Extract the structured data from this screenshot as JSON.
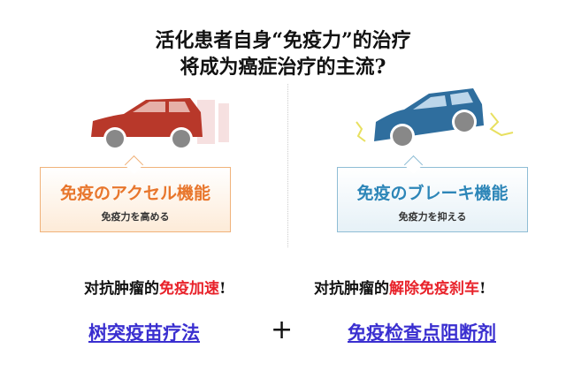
{
  "title": {
    "line1": "活化患者自身“免疫力”的治疗",
    "line2": "将成为癌症治疗的主流?"
  },
  "left_panel": {
    "heading": "免疫のアクセル機能",
    "sub": "免疫力を高める",
    "car_color": "#b8382a"
  },
  "right_panel": {
    "heading": "免疫のブレーキ機能",
    "sub": "免疫力を抑える",
    "car_color": "#2f6e9e"
  },
  "left_caption": {
    "prefix": "对抗肿瘤的",
    "highlight": "免疫加速",
    "suffix": "!"
  },
  "right_caption": {
    "prefix": "对抗肿瘤的",
    "highlight": "解除免疫刹车",
    "suffix": "!"
  },
  "left_therapy": "树突疫苗疗法",
  "plus": "+",
  "right_therapy": "免疫检查点阻断剂"
}
